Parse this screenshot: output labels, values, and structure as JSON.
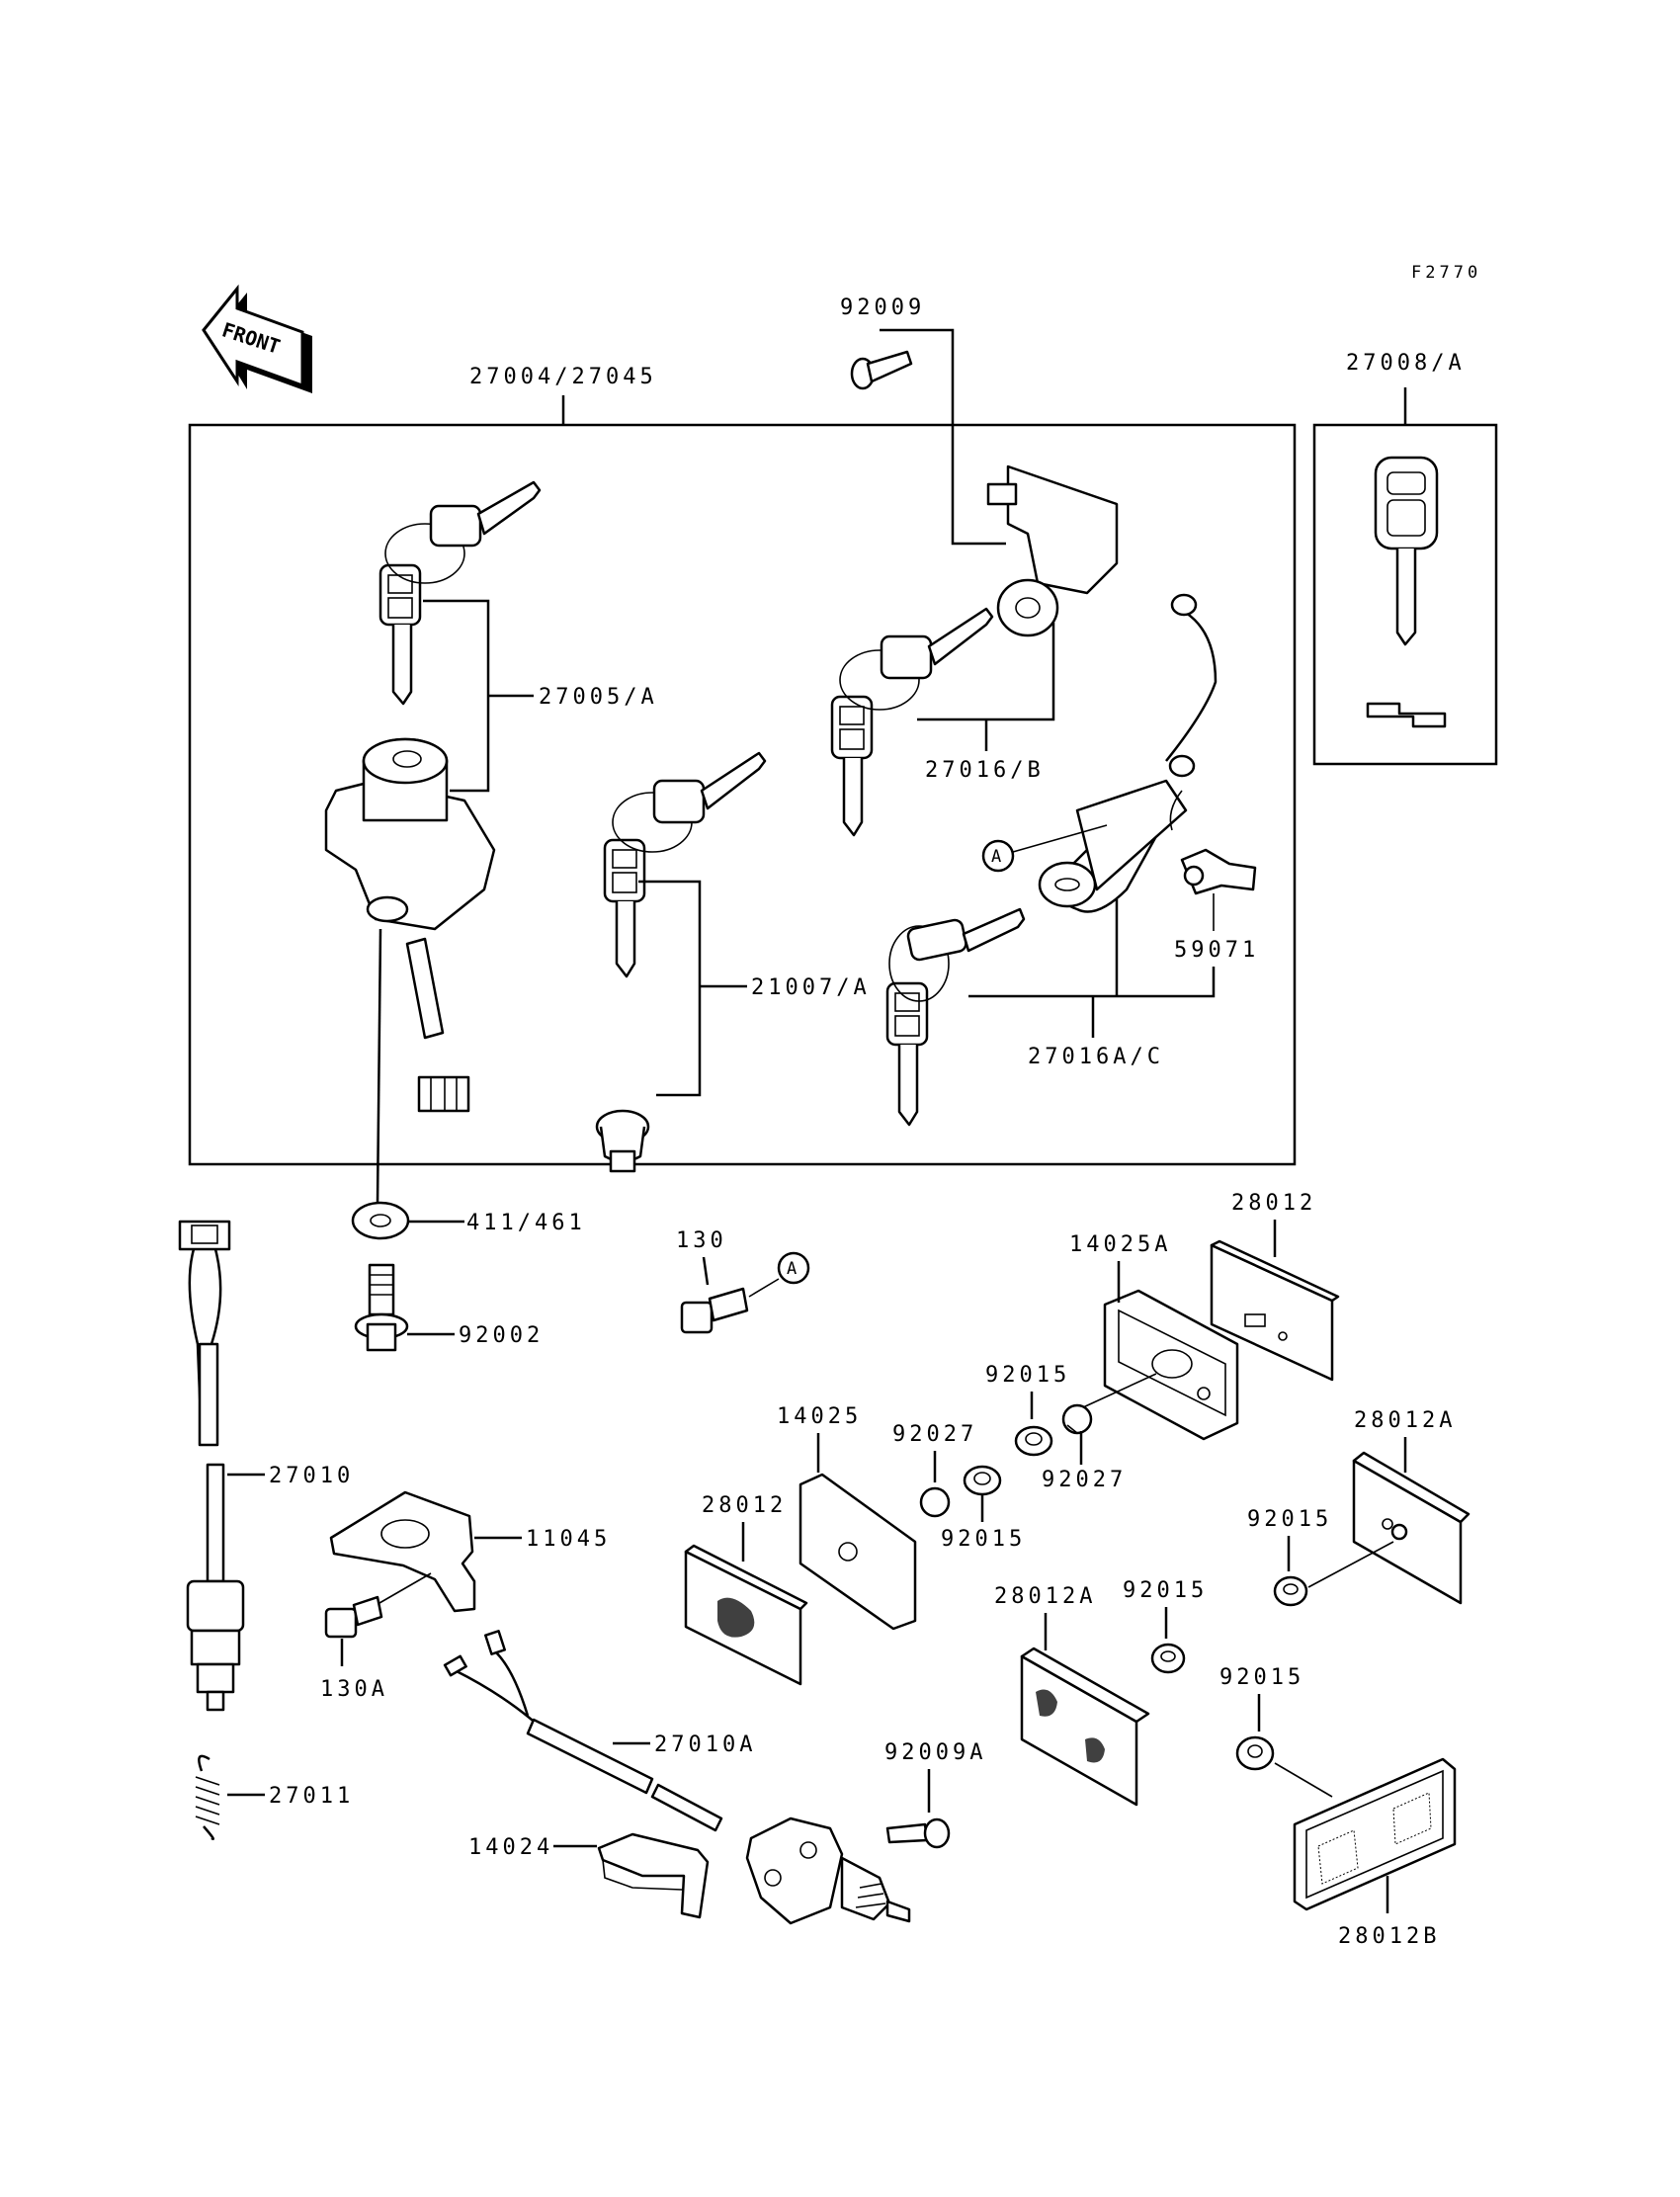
{
  "figure_code": "F2770",
  "front_label": "FRONT",
  "callout_letter": "A",
  "labels": {
    "p27004": "27004/27045",
    "p92009": "92009",
    "p27008": "27008/A",
    "p27005": "27005/A",
    "p27016": "27016/B",
    "p21007": "21007/A",
    "p59071": "59071",
    "p27016A": "27016A/C",
    "p411": "411/461",
    "p92002": "92002",
    "p130": "130",
    "p28012_top": "28012",
    "p14025A": "14025A",
    "p92015_a": "92015",
    "p92027_a": "92027",
    "p14025": "14025",
    "p92027_b": "92027",
    "p28012_mid": "28012",
    "p92015_b": "92015",
    "p28012A_right": "28012A",
    "p92015_c": "92015",
    "p27010": "27010",
    "p11045": "11045",
    "p130A": "130A",
    "p28012A_mid": "28012A",
    "p92015_d": "92015",
    "p92015_e": "92015",
    "p27010A": "27010A",
    "p92009A": "92009A",
    "p27011": "27011",
    "p14024": "14024",
    "p28012B": "28012B"
  }
}
